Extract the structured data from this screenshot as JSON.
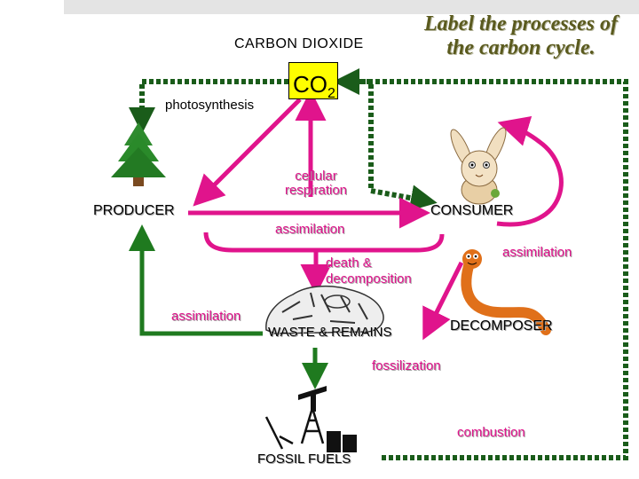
{
  "title_line1": "Label the processes of",
  "title_line2": "the carbon cycle.",
  "carbon_dioxide": "CARBON DIOXIDE",
  "co2_main": "CO",
  "co2_sub": "2",
  "photosynthesis": "photosynthesis",
  "cellular_respiration_1": "cellular",
  "cellular_respiration_2": "respiration",
  "producer": "PRODUCER",
  "consumer": "CONSUMER",
  "assimilation_center": "assimilation",
  "assimilation_right": "assimilation",
  "assimilation_left": "assimilation",
  "death_1": "death &",
  "death_2": "decomposition",
  "waste": "WASTE & REMAINS",
  "decomposer": "DECOMPOSER",
  "fossilization": "fossilization",
  "combustion": "combustion",
  "fossil_fuels": "FOSSIL FUELS",
  "colors": {
    "magenta": "#e0148c",
    "green": "#1f7a1f",
    "dotted": "#1a5c1a",
    "title": "#5a5a1e",
    "co2_box": "#ffff00"
  }
}
